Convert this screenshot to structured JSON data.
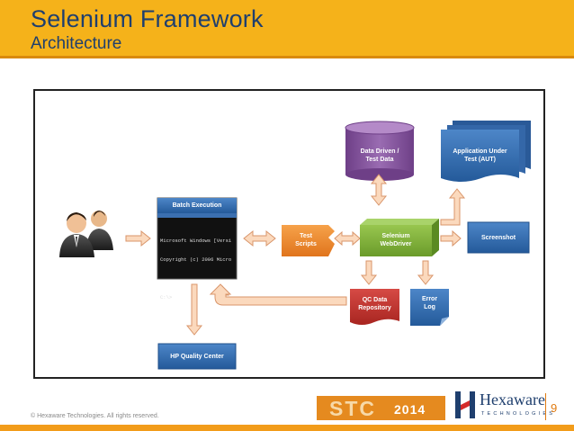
{
  "header": {
    "title": "Selenium Framework",
    "subtitle": "Architecture"
  },
  "diagram": {
    "batch_execution": "Batch Execution",
    "console_lines": [
      "Microsoft Windows [Versi",
      "Copyright (c) 2006 Micro",
      "",
      "C:\\>"
    ],
    "test_scripts": [
      "Test",
      "Scripts"
    ],
    "selenium_webdriver": [
      "Selenium",
      "WebDriver"
    ],
    "data_driven": [
      "Data Driven /",
      "Test Data"
    ],
    "application_under_test": [
      "Application Under",
      "Test (AUT)"
    ],
    "screenshot": "Screenshot",
    "qc_data_repository": [
      "QC Data",
      "Repository"
    ],
    "error_log": [
      "Error",
      "Log"
    ],
    "hp_quality_center": "HP Quality Center",
    "colors": {
      "blue_box": "#2f6db5",
      "orange_box": "#f18a2a",
      "green_box": "#7fb33a",
      "red_box": "#c0322f",
      "cylinder": "#8a5aa0",
      "arrow_fill": "#fbd9bd",
      "arrow_stroke": "#d9956a"
    }
  },
  "footer": {
    "copyright": "© Hexaware Technologies. All rights reserved.",
    "page_number": "9",
    "stc_logo": "STC",
    "stc_year": "2014",
    "hexaware_name": "Hexaware",
    "hexaware_sub": "TECHNOLOGIES"
  }
}
